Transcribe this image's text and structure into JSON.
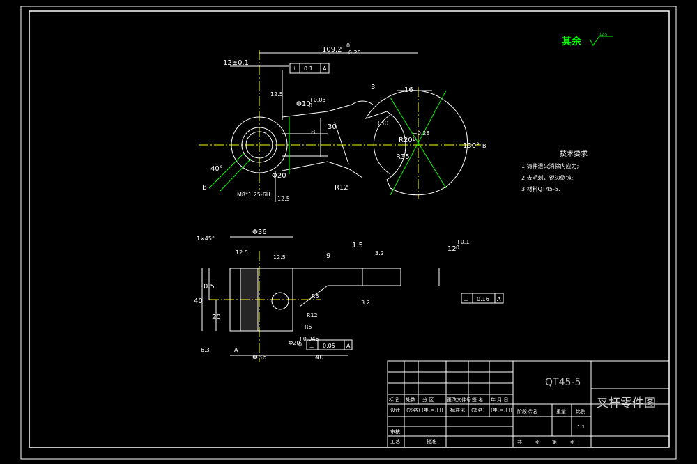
{
  "drawing": {
    "roughness_note": "其余",
    "roughness_value": "12.5",
    "part_name": "叉杆零件图",
    "material": "QT45-5",
    "scale": "1:1"
  },
  "tech_requirements": {
    "title": "技术要求",
    "items": [
      "1.铸件退火消除内应力;",
      "2.去毛刺，锐边倒钝;",
      "3.材料QT45-5."
    ]
  },
  "top_view": {
    "dims": {
      "overall_len": "109.2",
      "overall_len_tol_upper": "0",
      "overall_len_tol_lower": "-0.25",
      "offset_12": "12±0.1",
      "tol_frame": [
        "⊥",
        "0.1",
        "A"
      ],
      "bore_dia": "Φ10",
      "bore_tol_upper": "+0.03",
      "bore_tol_lower": "0",
      "ra_12_5": "12.5",
      "dim_30": "30",
      "dim_8": "8",
      "dim_3": "3",
      "dim_16": "16",
      "r30": "R30",
      "r20": "R20",
      "r20_tol_upper": "+0.28",
      "r20_tol_lower": "0",
      "r35": "R35",
      "angle_130": "130°",
      "angle_40": "40°",
      "phi20": "Φ20",
      "r12": "R12",
      "dim_12_5_b": "12.5",
      "thread": "M8*1.25-6H",
      "section_b_left": "B",
      "section_b_right": "B"
    }
  },
  "front_view": {
    "dims": {
      "chamfer": "1×45°",
      "phi36_top": "Φ36",
      "phi36_bottom": "Φ36",
      "ra_12_5_a": "12.5",
      "ra_12_5_b": "12.5",
      "dim_9": "9",
      "dim_1_5": "1.5",
      "ra_3_2_a": "3.2",
      "ra_3_2_b": "3.2",
      "dim_12": "12",
      "dim_12_tol_upper": "+0.1",
      "dim_12_tol_lower": "0",
      "tol_frame_right": [
        "⊥",
        "0.16",
        "A"
      ],
      "dim_0_5": "0.5",
      "dim_40_left": "40",
      "dim_20": "20",
      "r5_a": "R5",
      "r5_b": "R5",
      "r12": "R12",
      "ra_6_3": "6.3",
      "phi20": "Φ20",
      "phi20_tol_upper": "+0.045",
      "phi20_tol_lower": "0",
      "tol_frame_bottom": [
        "⊥",
        "0.05",
        "A"
      ],
      "dim_40_bottom": "40",
      "datum_a": "A"
    }
  },
  "title_block": {
    "row_labels": [
      "标记",
      "处数",
      "分 区",
      "更改文件号",
      "签 名",
      "年.月.日"
    ],
    "design": "设计",
    "sign_date": "(签名)",
    "date_placeholder": "(年.月.日)",
    "standardize": "标准化",
    "review": "审核",
    "process": "工艺",
    "approve": "批准",
    "stage_mark": "阶段标记",
    "weight": "重量",
    "scale_label": "比例",
    "sheets_total": "共",
    "sheets_label": "张",
    "sheet_no": "第",
    "sheet_label": "张"
  }
}
